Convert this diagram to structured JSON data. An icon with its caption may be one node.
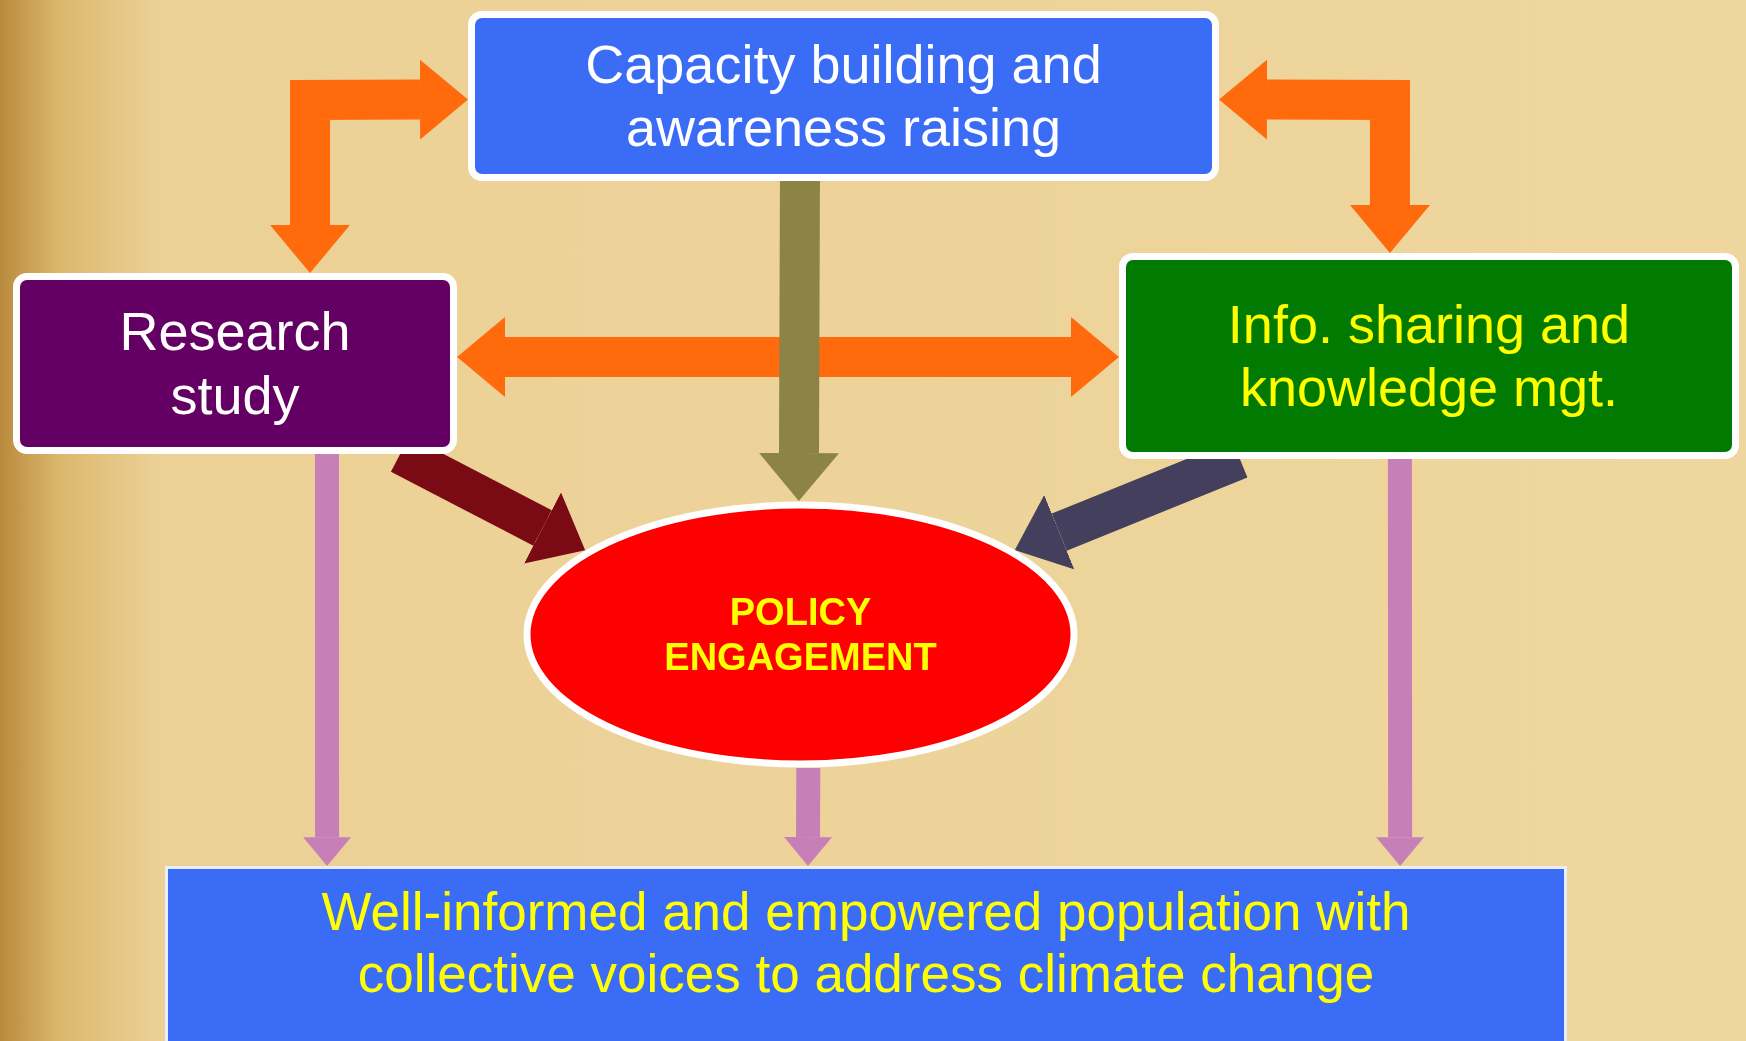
{
  "diagram": {
    "nodes": [
      {
        "text": [
          "Capacity building and awareness raising"
        ]
      },
      {
        "text": [
          "Research study"
        ]
      },
      {
        "text": [
          "Info. sharing and knowledge mgt."
        ]
      },
      {
        "text": [
          "POLICY ENGAGEMENT"
        ]
      },
      {
        "text": [
          "Well-informed and empowered population with collective voices to address climate change"
        ]
      }
    ],
    "edges": [
      {
        "from": 0,
        "to": 1,
        "arrow": "both",
        "color": "#ff6a0d"
      },
      {
        "from": 0,
        "to": 2,
        "arrow": "both",
        "color": "#ff6a0d"
      },
      {
        "from": 1,
        "to": 2,
        "arrow": "both",
        "color": "#ff6a0d"
      },
      {
        "from": 0,
        "to": 3,
        "arrow": "to",
        "color": "#8c8444"
      },
      {
        "from": 1,
        "to": 3,
        "arrow": "to",
        "color": "#7a0a14"
      },
      {
        "from": 2,
        "to": 3,
        "arrow": "to",
        "color": "#433f5c"
      },
      {
        "from": 1,
        "to": 4,
        "arrow": "to",
        "color": "#c77fb8"
      },
      {
        "from": 3,
        "to": 4,
        "arrow": "to",
        "color": "#c77fb8"
      },
      {
        "from": 2,
        "to": 4,
        "arrow": "to",
        "color": "#c77fb8"
      }
    ]
  }
}
